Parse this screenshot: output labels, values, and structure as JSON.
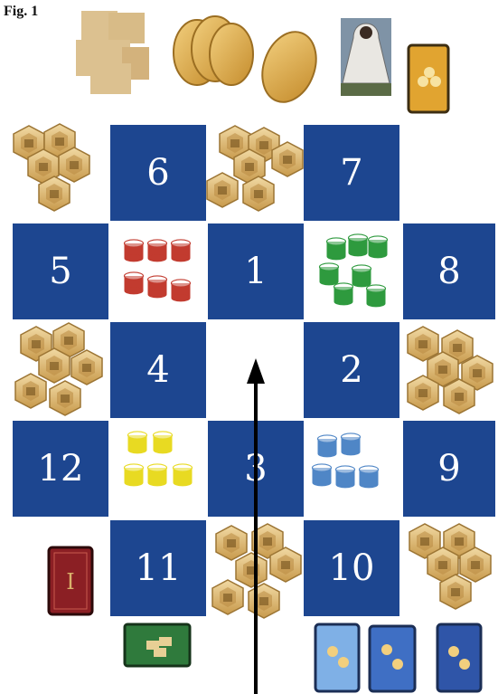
{
  "figure_label": "Fig. 1",
  "board": {
    "tiles": [
      "1",
      "2",
      "3",
      "4",
      "5",
      "6",
      "7",
      "8",
      "9",
      "10",
      "11",
      "12"
    ]
  },
  "colors": {
    "tile_blue": "#1d4690",
    "hex_gold": "#e3c27e",
    "red_cube": "#c23b2f",
    "green_cube": "#2e9a3e",
    "yellow_cube": "#e8da22",
    "blue_cube": "#4f86c6"
  },
  "pieces": {
    "red_cylinders": 6,
    "green_cylinders": 7,
    "yellow_cylinders": 5,
    "blue_cylinders": 5
  },
  "cards": {
    "red_card_numeral": "I"
  },
  "icons": [
    "start-arrow-icon",
    "wooden-blocks-icon",
    "gold-coins-icon",
    "monk-figure-icon",
    "gold-card-icon",
    "green-card-icon",
    "blue-card-icon",
    "red-card-icon"
  ]
}
